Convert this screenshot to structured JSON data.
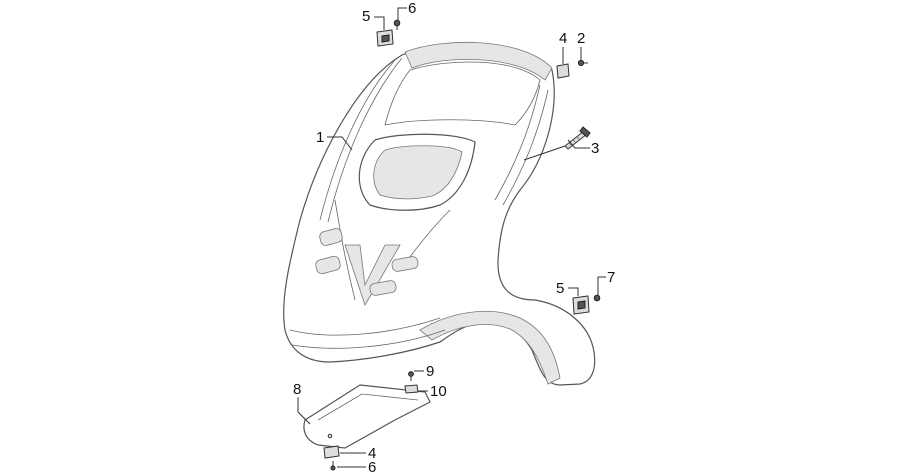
{
  "callouts": [
    {
      "id": "c1",
      "label": "1"
    },
    {
      "id": "c2",
      "label": "2"
    },
    {
      "id": "c3",
      "label": "3"
    },
    {
      "id": "c4a",
      "label": "4"
    },
    {
      "id": "c4b",
      "label": "4"
    },
    {
      "id": "c5a",
      "label": "5"
    },
    {
      "id": "c5b",
      "label": "5"
    },
    {
      "id": "c6a",
      "label": "6"
    },
    {
      "id": "c6b",
      "label": "6"
    },
    {
      "id": "c7",
      "label": "7"
    },
    {
      "id": "c8",
      "label": "8"
    },
    {
      "id": "c9",
      "label": "9"
    },
    {
      "id": "c10",
      "label": "10"
    }
  ]
}
